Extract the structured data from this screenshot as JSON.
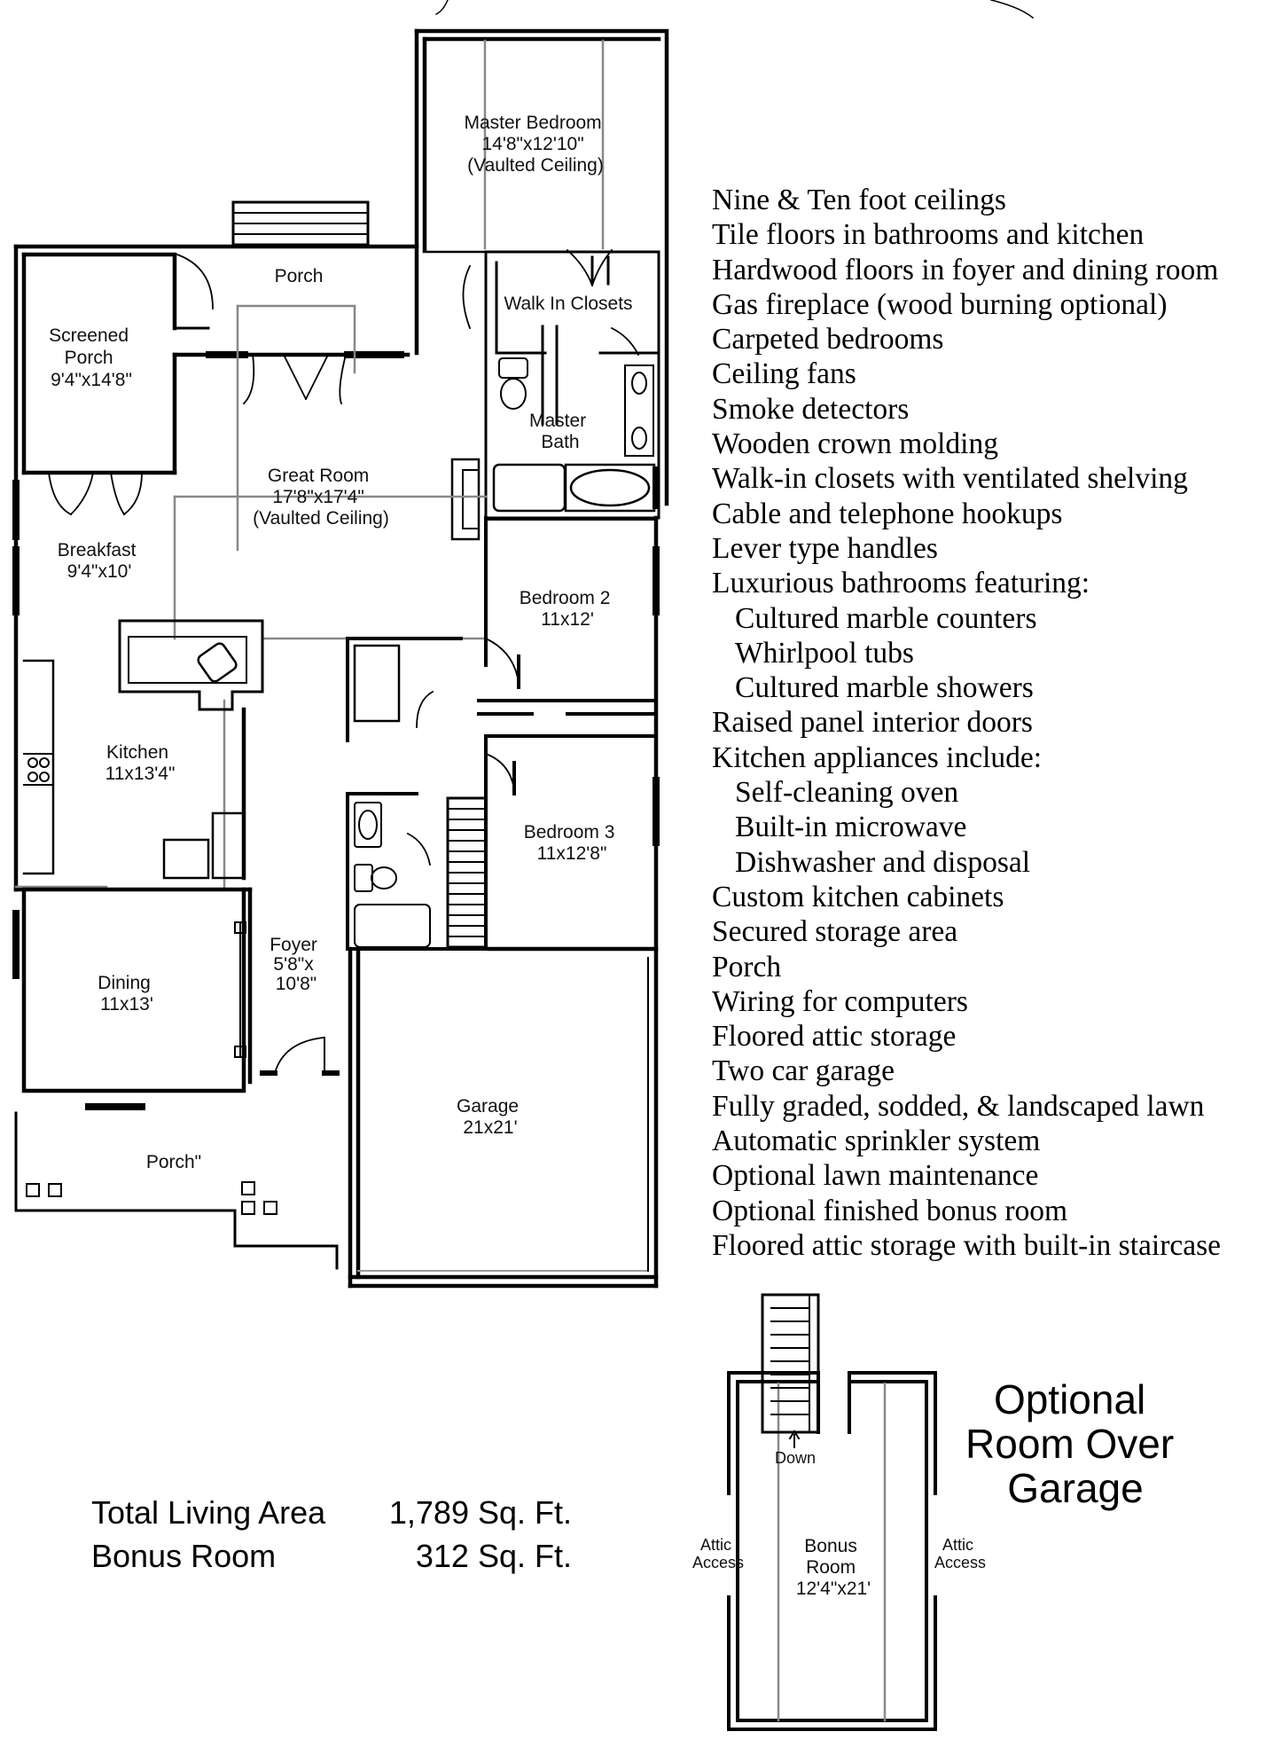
{
  "rooms": {
    "master_bedroom": [
      "Master Bedroom",
      "14'8\"x12'10\"",
      "(Vaulted Ceiling)"
    ],
    "porch_top": [
      "Porch"
    ],
    "walk_in_closets": [
      "Walk In Closets"
    ],
    "screened_porch": [
      "Screened",
      "Porch",
      "9'4\"x14'8\""
    ],
    "master_bath": [
      "Master",
      "Bath"
    ],
    "great_room": [
      "Great Room",
      "17'8\"x17'4\"",
      "(Vaulted Ceiling)"
    ],
    "breakfast": [
      "Breakfast",
      "9'4\"x10'"
    ],
    "bedroom2": [
      "Bedroom 2",
      "11x12'"
    ],
    "kitchen": [
      "Kitchen",
      "11x13'4\""
    ],
    "bedroom3": [
      "Bedroom 3",
      "11x12'8\""
    ],
    "foyer": [
      "Foyer",
      "5'8\"x",
      "10'8\""
    ],
    "dining": [
      "Dining",
      "11x13'"
    ],
    "garage": [
      "Garage",
      "21x21'"
    ],
    "porch_bottom": [
      "Porch\""
    ]
  },
  "features": [
    {
      "text": "Nine & Ten foot ceilings",
      "sub": false
    },
    {
      "text": "Tile floors in bathrooms and kitchen",
      "sub": false
    },
    {
      "text": "Hardwood floors in foyer and dining room",
      "sub": false
    },
    {
      "text": "Gas fireplace (wood burning optional)",
      "sub": false
    },
    {
      "text": "Carpeted bedrooms",
      "sub": false
    },
    {
      "text": "Ceiling fans",
      "sub": false
    },
    {
      "text": "Smoke detectors",
      "sub": false
    },
    {
      "text": "Wooden crown molding",
      "sub": false
    },
    {
      "text": "Walk-in closets with ventilated shelving",
      "sub": false
    },
    {
      "text": "Cable and telephone hookups",
      "sub": false
    },
    {
      "text": "Lever type handles",
      "sub": false
    },
    {
      "text": "Luxurious bathrooms featuring:",
      "sub": false
    },
    {
      "text": "Cultured marble counters",
      "sub": true
    },
    {
      "text": "Whirlpool tubs",
      "sub": true
    },
    {
      "text": "Cultured marble showers",
      "sub": true
    },
    {
      "text": "Raised panel interior doors",
      "sub": false
    },
    {
      "text": "Kitchen appliances include:",
      "sub": false
    },
    {
      "text": "Self-cleaning oven",
      "sub": true
    },
    {
      "text": "Built-in microwave",
      "sub": true
    },
    {
      "text": "Dishwasher and disposal",
      "sub": true
    },
    {
      "text": "Custom kitchen cabinets",
      "sub": false
    },
    {
      "text": "Secured storage area",
      "sub": false
    },
    {
      "text": "Porch",
      "sub": false
    },
    {
      "text": "Wiring for computers",
      "sub": false
    },
    {
      "text": "Floored attic storage",
      "sub": false
    },
    {
      "text": "Two car garage",
      "sub": false
    },
    {
      "text": "Fully graded, sodded, & landscaped lawn",
      "sub": false
    },
    {
      "text": "Automatic sprinkler system",
      "sub": false
    },
    {
      "text": "Optional lawn maintenance",
      "sub": false
    },
    {
      "text": "Optional finished bonus room",
      "sub": false
    },
    {
      "text": "Floored attic storage with built-in staircase",
      "sub": false
    }
  ],
  "areas": {
    "total_label": "Total Living Area",
    "total_value": "1,789 Sq. Ft.",
    "bonus_label": "Bonus Room",
    "bonus_value": "312 Sq. Ft."
  },
  "optional": {
    "title": [
      "Optional",
      "Room Over",
      "Garage"
    ],
    "down": "Down",
    "attic_left": [
      "Attic",
      "Access"
    ],
    "attic_right": [
      "Attic",
      "Access"
    ],
    "bonus": [
      "Bonus",
      "Room",
      "12'4\"x21'"
    ]
  }
}
